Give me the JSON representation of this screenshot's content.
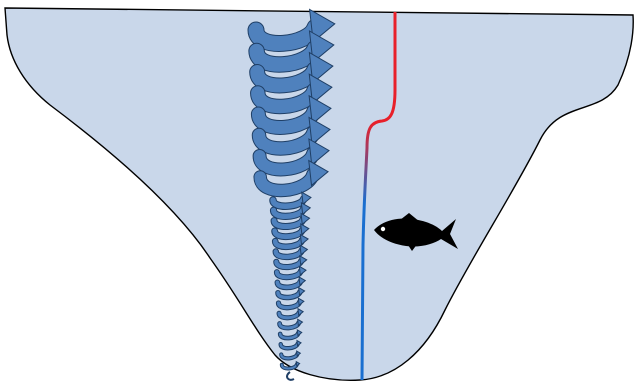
{
  "diagram": {
    "water_fill": "#c9d7ea",
    "outline_color": "#000000",
    "mixing_arrow_fill": "#4f81bd",
    "mixing_arrow_stroke": "#1f3f66",
    "thermocline_warm_color": "#e8202a",
    "thermocline_cold_color": "#1a6fd0",
    "fish_color": "#000000",
    "icons": [
      "lake-basin",
      "turbulent-mixing-spiral",
      "temperature-profile-line",
      "fish-icon"
    ]
  }
}
